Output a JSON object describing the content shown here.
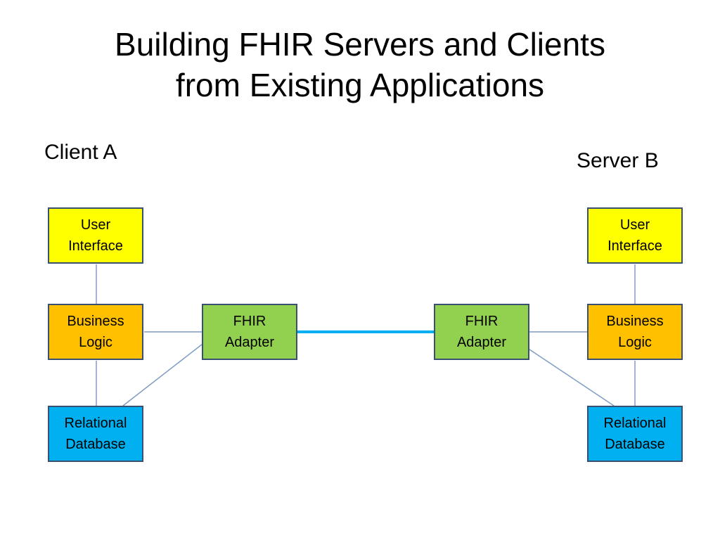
{
  "title": {
    "line1": "Building FHIR Servers and Clients",
    "line2": "from Existing Applications"
  },
  "client": {
    "label": "Client A",
    "user_interface": [
      "User",
      "Interface"
    ],
    "business_logic": [
      "Business",
      "Logic"
    ],
    "fhir_adapter": [
      "FHIR",
      "Adapter"
    ],
    "relational_database": [
      "Relational",
      "Database"
    ]
  },
  "server": {
    "label": "Server B",
    "user_interface": [
      "User",
      "Interface"
    ],
    "business_logic": [
      "Business",
      "Logic"
    ],
    "fhir_adapter": [
      "FHIR",
      "Adapter"
    ],
    "relational_database": [
      "Relational",
      "Database"
    ]
  },
  "colors": {
    "user_interface": "#ffff00",
    "business_logic": "#ffc000",
    "fhir_adapter": "#92d050",
    "relational_database": "#00b0f0",
    "box_border": "#3a5073",
    "link": "#7f9cc4",
    "fhir_link": "#00b0f0"
  }
}
